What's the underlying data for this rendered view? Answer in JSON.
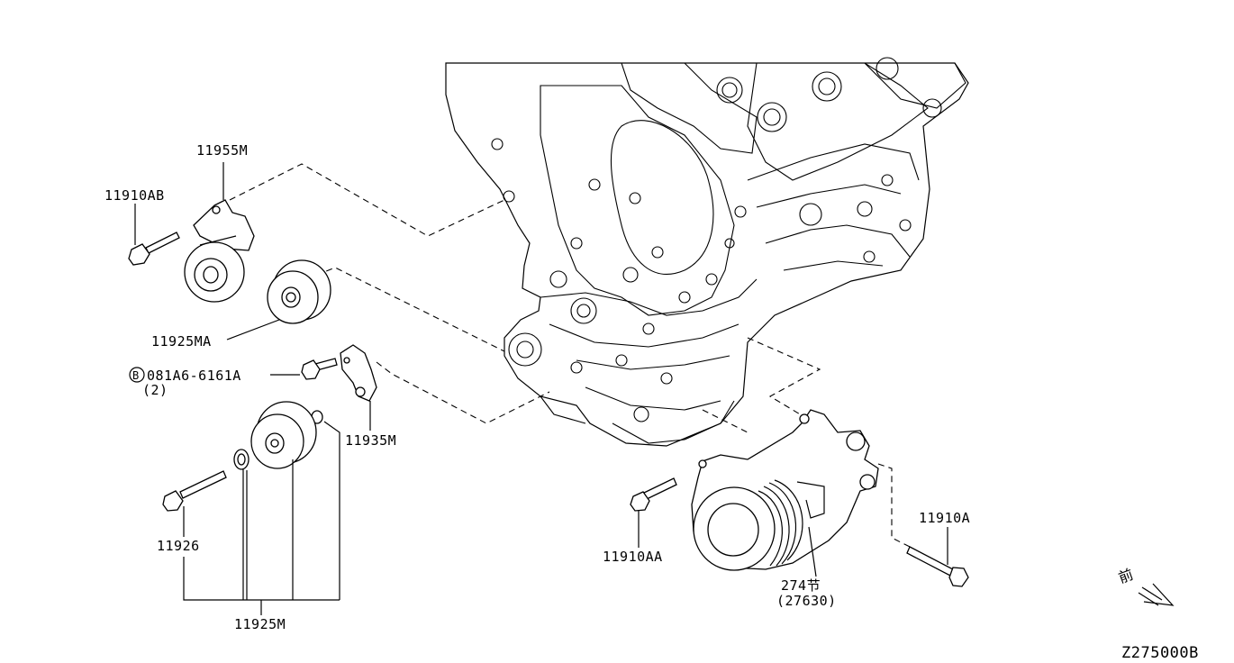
{
  "labels": {
    "p11955M": "11955M",
    "p11910AB": "11910AB",
    "p11925MA": "11925MA",
    "p081A6": "081A6-6161A",
    "p081A6_circle": "B",
    "p081A6_qty": "(2)",
    "p11935M": "11935M",
    "p11926": "11926",
    "p11925M": "11925M",
    "p11910AA": "11910AA",
    "p11910A": "11910A",
    "p274": "274节",
    "p27630": "(27630)",
    "front": "前",
    "code": "Z275000B"
  },
  "icons": {
    "front_arrow": "front-direction-arrow-icon"
  }
}
